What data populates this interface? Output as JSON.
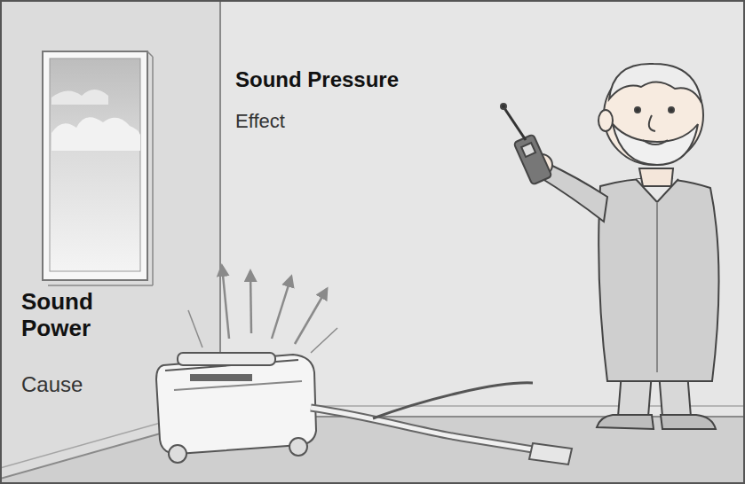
{
  "diagram": {
    "labels": [
      "Sound Pressure",
      "Effect",
      "Sound Power",
      "Cause"
    ]
  }
}
